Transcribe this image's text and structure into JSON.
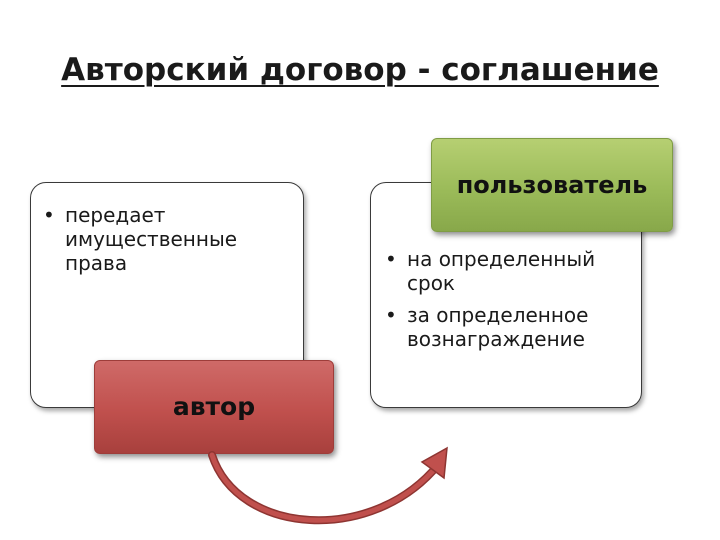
{
  "title": "Авторский договор - соглашение",
  "author_box": {
    "label": "автор",
    "bullets": [
      "передает имущественные права"
    ]
  },
  "user_box": {
    "label": "пользователь",
    "bullets": [
      "на определенный срок",
      "за определенное вознаграждение"
    ]
  },
  "colors": {
    "author_fill": "#c0504d",
    "user_fill": "#9bbb59",
    "arrow": "#c0504d"
  }
}
